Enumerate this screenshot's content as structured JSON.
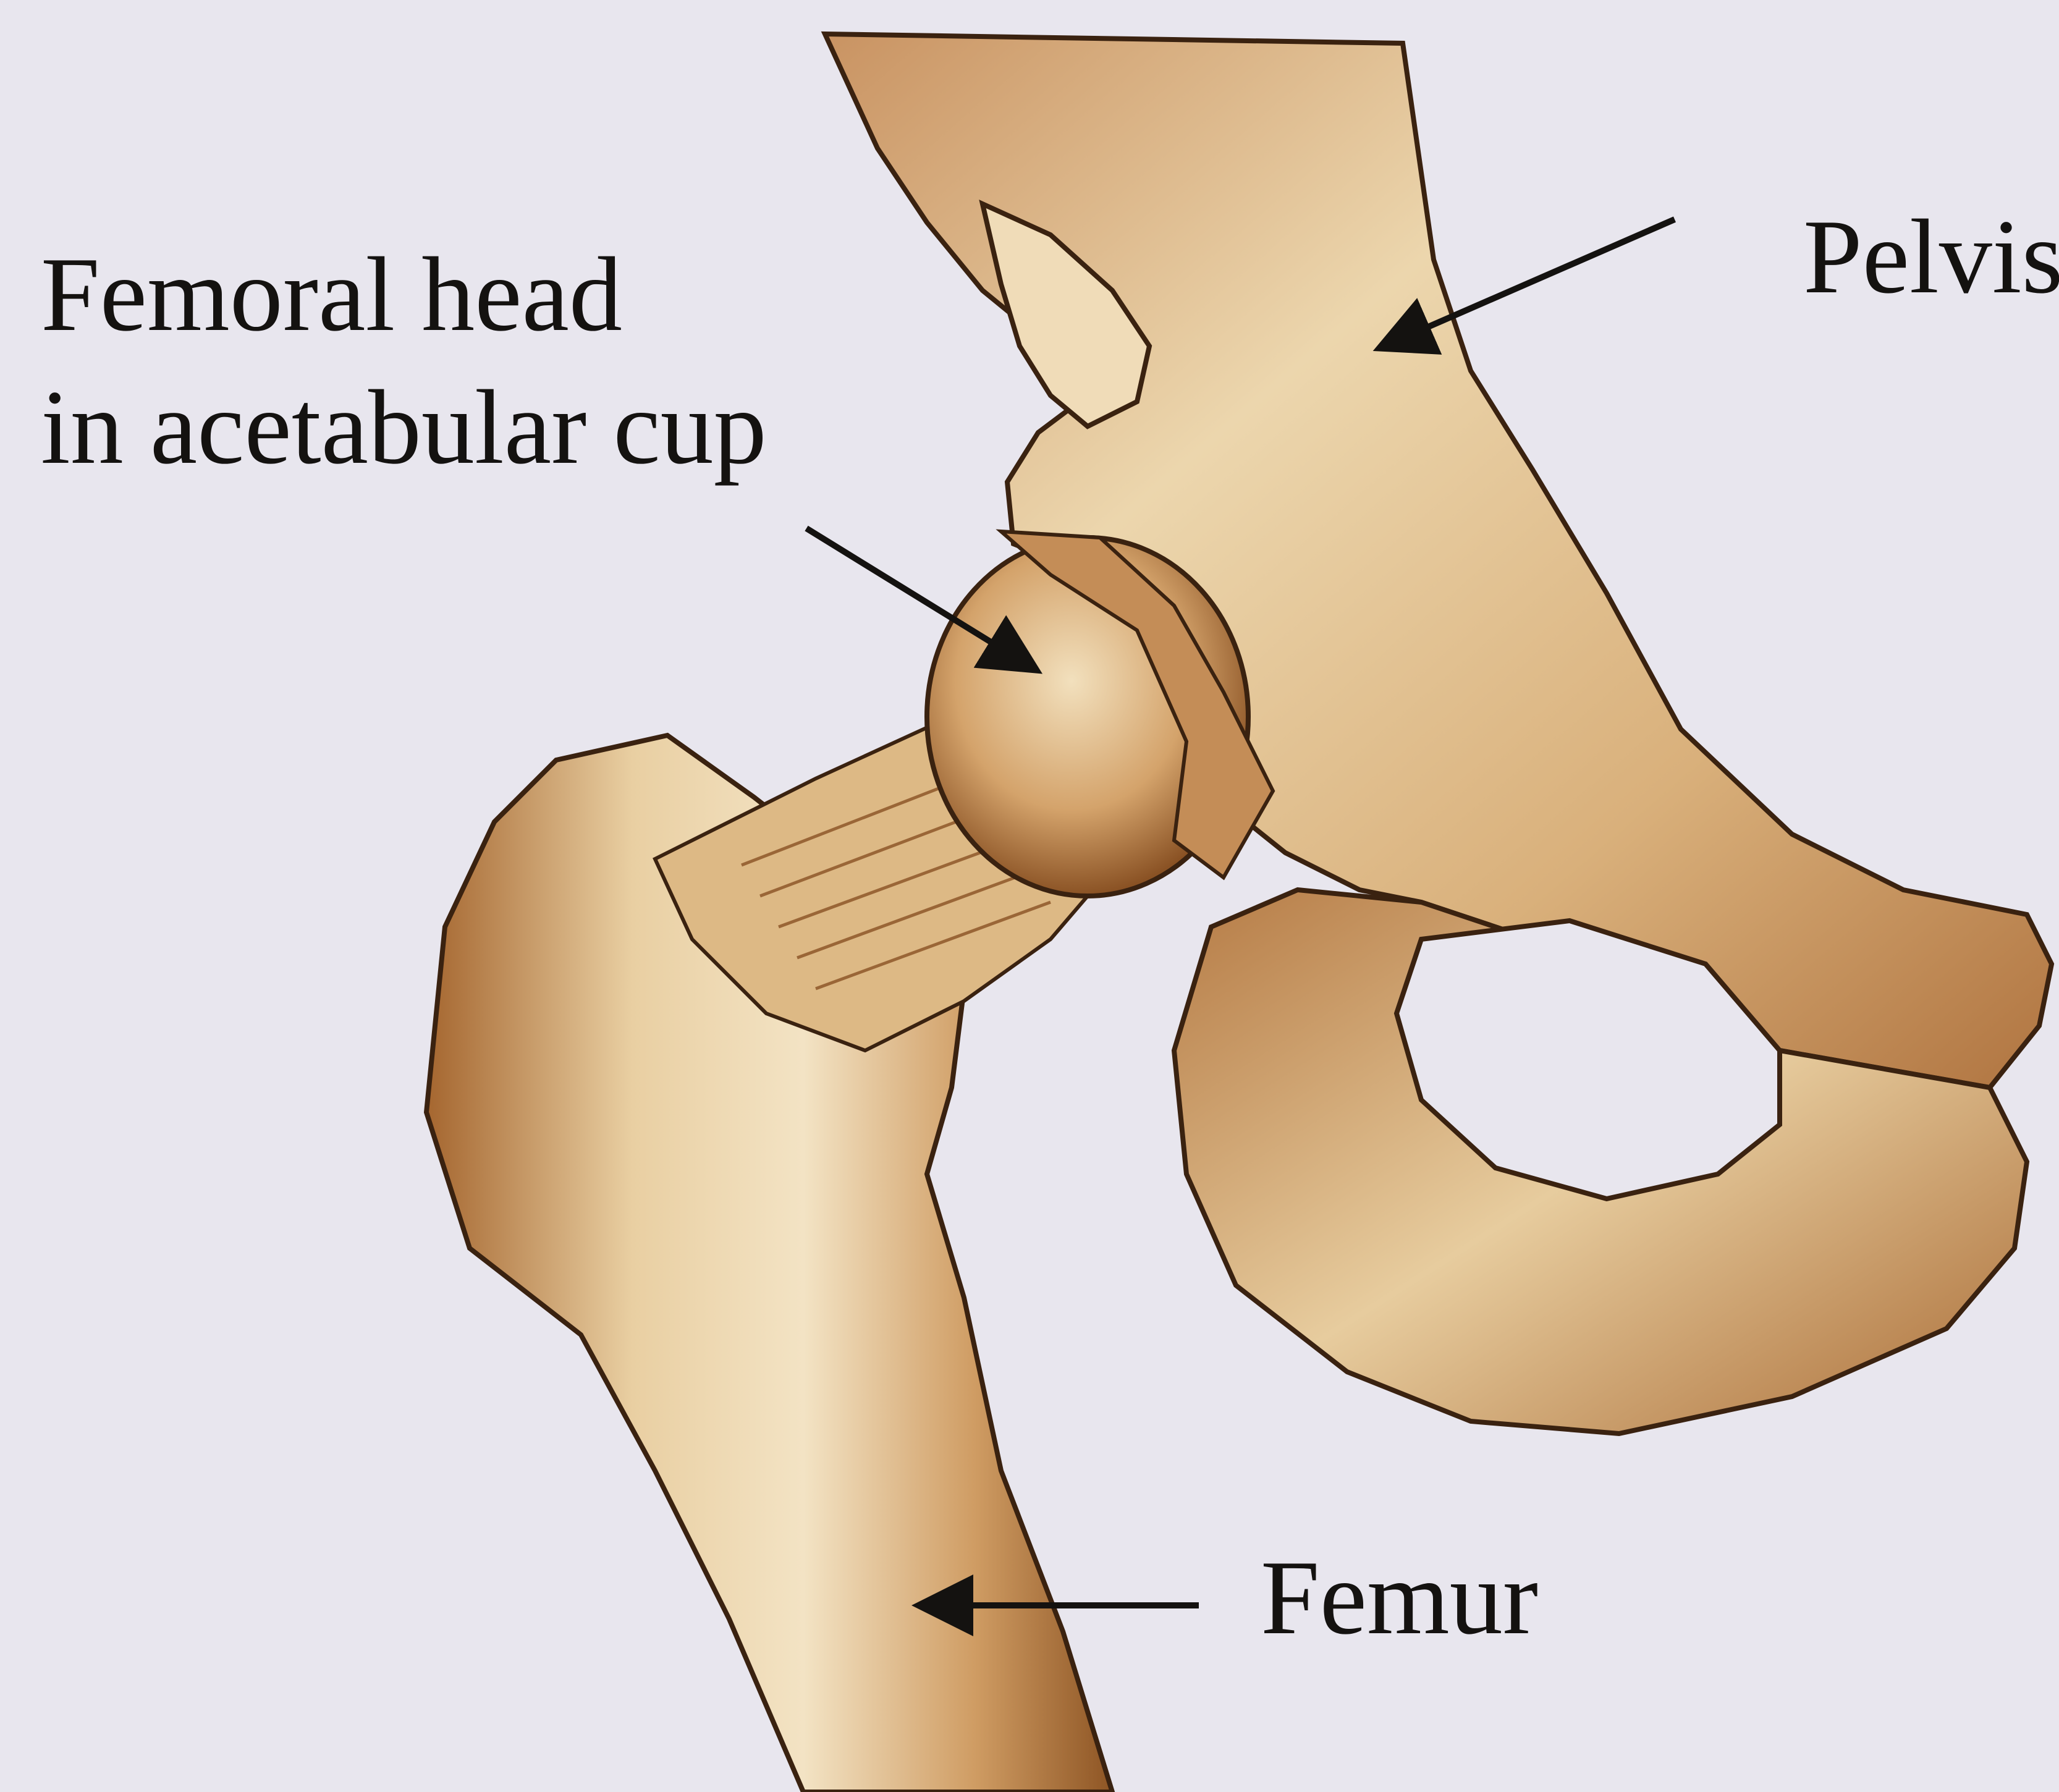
{
  "labels": {
    "femoral_head_line1": "Femoral head",
    "femoral_head_line2": "in acetabular cup",
    "pelvis": "Pelvis",
    "femur": "Femur"
  },
  "colors": {
    "background": "#e8e6ee",
    "bone_light": "#efdcb6",
    "bone_mid": "#d3a772",
    "bone_dark": "#9a5e2a",
    "outline": "#3a2210",
    "arrow": "#141210"
  }
}
